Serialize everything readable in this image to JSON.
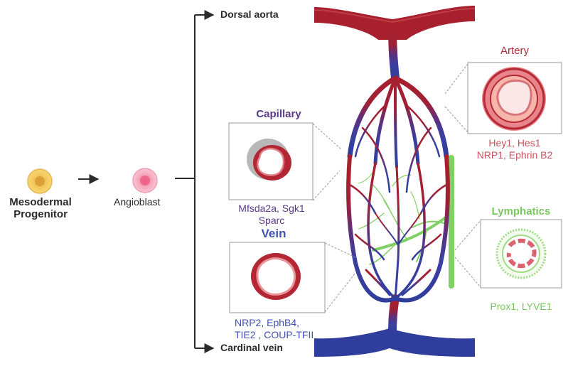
{
  "nodes": {
    "mesodermal": "Mesodermal\nProgenitor",
    "angioblast": "Angioblast"
  },
  "targets": {
    "dorsal_aorta": "Dorsal aorta",
    "cardinal_vein": "Cardinal vein"
  },
  "cell_types": {
    "artery": {
      "title": "Artery",
      "markers_line1": "Hey1, Hes1",
      "markers_line2": "NRP1, Ephrin B2"
    },
    "capillary": {
      "title": "Capillary",
      "markers_line1": "Mfsda2a, Sgk1",
      "markers_line2": "Sparc"
    },
    "vein": {
      "title": "Vein",
      "markers_line1": "NRP2,  EphB4,",
      "markers_line2": "TIE2 , COUP-TFII"
    },
    "lymphatics": {
      "title": "Lymphatics",
      "markers_line1": "Prox1, LYVE1"
    }
  },
  "colors": {
    "artery": "#a8202d",
    "vein": "#2f3e9c",
    "lymphatic": "#7fd162",
    "capillary_title": "#5a3a88"
  }
}
